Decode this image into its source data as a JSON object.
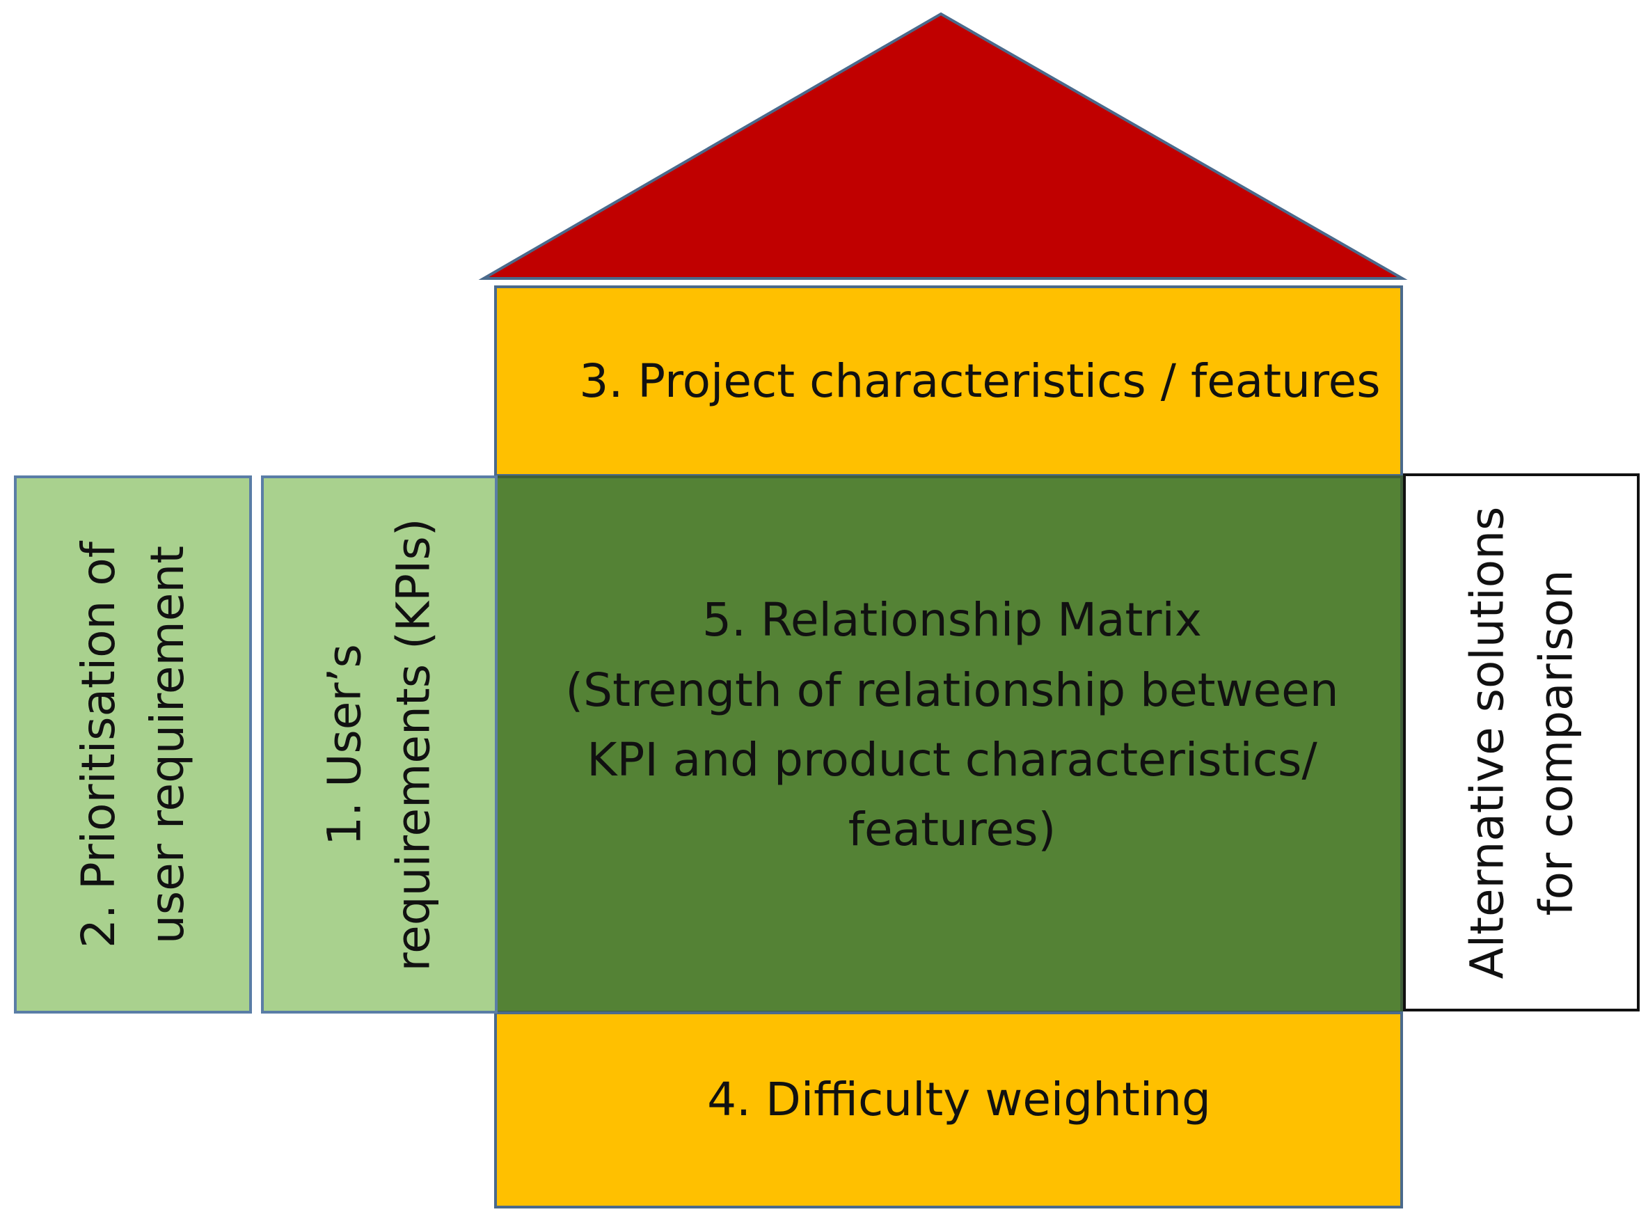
{
  "colors": {
    "roof": "#c00000",
    "features_block": "#ffc000",
    "difficulty_block": "#ffc000",
    "matrix_block": "#548235",
    "requirements_block": "#a9d18e",
    "prioritisation_block": "#a9d18e",
    "alternatives_block": "#ffffff",
    "outline": "#4a6a8c"
  },
  "blocks": {
    "features": "3. Project characteristics / features",
    "difficulty": "4. Difficulty weighting",
    "matrix": {
      "line1": "5. Relationship Matrix",
      "line2": "(Strength of relationship between",
      "line3": "KPI and product characteristics/",
      "line4": "features)"
    },
    "requirements": {
      "line1": "1. User’s",
      "line2": "requirements (KPIs)"
    },
    "prioritisation": {
      "line1": "2. Prioritisation of",
      "line2": "user requirement"
    },
    "alternatives": {
      "line1": "Alternative solutions",
      "line2": "for comparison"
    }
  }
}
